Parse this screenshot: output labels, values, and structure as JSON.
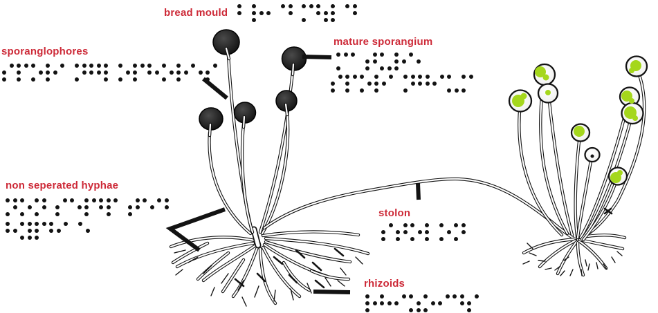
{
  "labels": {
    "bread_mould": "bread mould",
    "sporanglophores": "sporanglophores",
    "mature_sporangium": "mature sporangium",
    "non_seperated_hyphae": "non seperated hyphae",
    "stolon": "stolon",
    "rhizoids": "rhizoids"
  },
  "braille": {
    "bread_mould": "⠃⠗⠂⠙ ⠍⠳⠇⠙",
    "sporanglophores": "⠎⠏⠕⠗⠁⠝⠛⠇⠕⠏⠓⠕⠗⠑⠎",
    "mature": "⠍⠁⠞⠥⠗⠑",
    "sporangium": "⠎⠏⠕⠗⠁⠝⠛⠊⠥⠍",
    "non_seperated": "⠝⠕⠝ ⠎⠑⠏⠻⠁⠞⠑⠙",
    "hyphae": "⠓⠽⠏⠓⠁⠑",
    "stolon": "⠎⠞⠕⠇⠕⠝",
    "rhizoids": "⠗⠓⠊⠵⠕⠊⠙⠎"
  },
  "colors": {
    "label_red": "#cd2a38",
    "ink": "#131313",
    "spore_green": "#a5d71c",
    "head_dark": "#1c1c1c"
  }
}
